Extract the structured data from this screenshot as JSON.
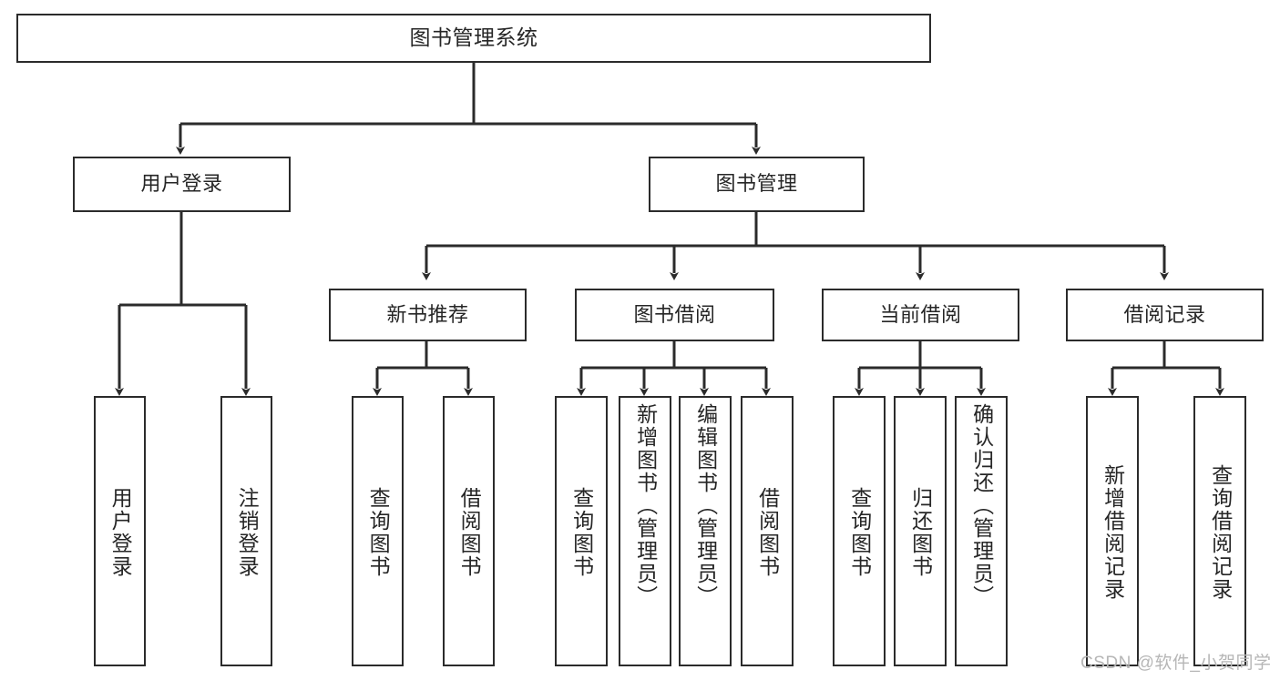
{
  "diagram": {
    "type": "tree-hierarchy-chart",
    "title": "图书管理系统",
    "stroke_color": "#2b2b2b",
    "text_color": "#262626",
    "background": "#ffffff",
    "watermark": "CSDN @软件_小贺同学"
  },
  "root": {
    "label": "图书管理系统"
  },
  "level2": [
    {
      "label": "用户登录"
    },
    {
      "label": "图书管理"
    }
  ],
  "level3": [
    {
      "label": "新书推荐"
    },
    {
      "label": "图书借阅"
    },
    {
      "label": "当前借阅"
    },
    {
      "label": "借阅记录"
    }
  ],
  "leaves": {
    "user_login": [
      {
        "label": "用户登录"
      },
      {
        "label": "注销登录"
      }
    ],
    "new_book_recommend": [
      {
        "label": "查询图书"
      },
      {
        "label": "借阅图书"
      }
    ],
    "book_borrow": [
      {
        "label": "查询图书"
      },
      {
        "label": "新增图书（管理员）"
      },
      {
        "label": "编辑图书（管理员）"
      },
      {
        "label": "借阅图书"
      }
    ],
    "current_borrow": [
      {
        "label": "查询图书"
      },
      {
        "label": "归还图书"
      },
      {
        "label": "确认归还（管理员）"
      }
    ],
    "borrow_record": [
      {
        "label": "新增借阅记录"
      },
      {
        "label": "查询借阅记录"
      }
    ]
  }
}
